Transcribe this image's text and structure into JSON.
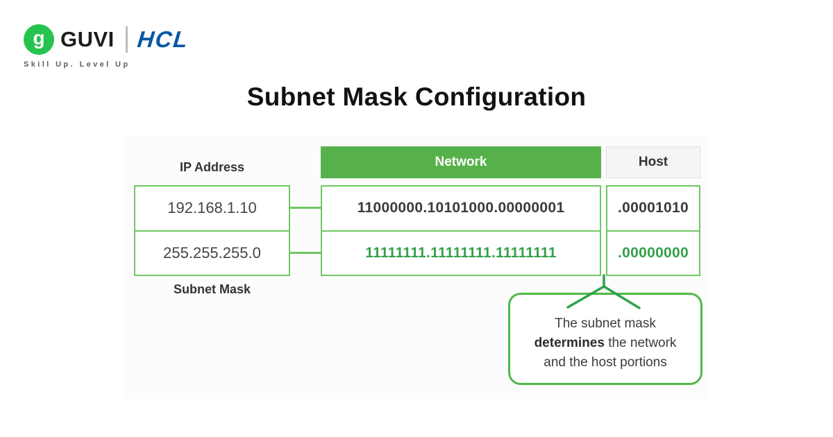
{
  "logo": {
    "guvi": "GUVI",
    "guvi_icon_glyph": "g",
    "hcl": "HCL",
    "tagline": "Skill Up. Level Up"
  },
  "title": "Subnet Mask Configuration",
  "diagram": {
    "ip_label": "IP Address",
    "subnet_label": "Subnet Mask",
    "ip_value": "192.168.1.10",
    "subnet_value": "255.255.255.0",
    "headers": {
      "network": "Network",
      "host": "Host"
    },
    "binary": {
      "ip_network": "11000000.10101000.00000001",
      "ip_host": ".00001010",
      "mask_network": "11111111.11111111.11111111",
      "mask_host": ".00000000"
    },
    "callout": {
      "line1": "The subnet mask",
      "bold": "determines",
      "line2_rest": " the network",
      "line3": "and the host portions"
    }
  },
  "colors": {
    "network_header_green": "#56b14a",
    "box_border_green": "#6fc763",
    "binary_text_green": "#34a04a",
    "callout_border_green": "#4fb848",
    "guvi_circle_green": "#27c34f",
    "hcl_blue": "#0757a5",
    "dark_text": "#3b3b3b",
    "host_header_bg": "#f5f5f5"
  }
}
